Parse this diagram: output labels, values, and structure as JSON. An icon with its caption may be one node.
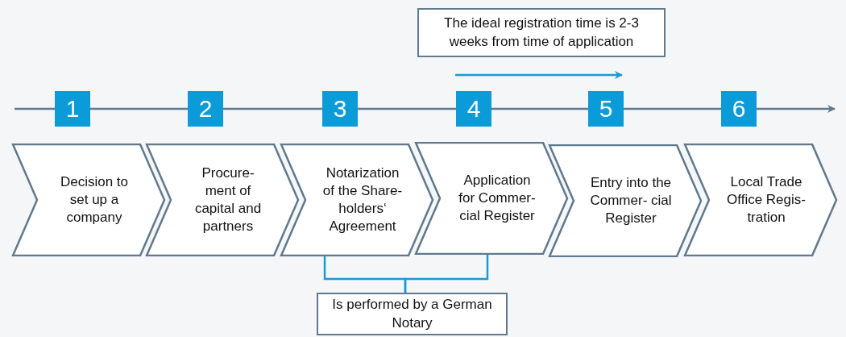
{
  "diagram": {
    "nodes": [
      {
        "text": [
          "1"
        ]
      },
      {
        "text": [
          "2"
        ]
      },
      {
        "text": [
          "3"
        ]
      },
      {
        "text": [
          "4"
        ]
      },
      {
        "text": [
          "5"
        ]
      },
      {
        "text": [
          "6"
        ]
      },
      {
        "text": [
          "Decision to set up a company"
        ]
      },
      {
        "text": [
          "Procure- ment of capital and partners"
        ]
      },
      {
        "text": [
          "Notarization of the Share- holders‘ Agreement"
        ]
      },
      {
        "text": [
          "Application for Commer- cial Register"
        ]
      },
      {
        "text": [
          "Entry into the Commer- cial Register"
        ]
      },
      {
        "text": [
          "Local Trade Office Regis- tration"
        ]
      },
      {
        "text": [
          "The ideal registration time is 2-3 weeks from time of application"
        ]
      },
      {
        "text": [
          "Is performed by a German Notary"
        ]
      }
    ],
    "edges": [
      {
        "from": 8,
        "to": 13,
        "arrow": "none",
        "color": "#1a9ad6"
      },
      {
        "from": 9,
        "to": 13,
        "arrow": "none",
        "color": "#1a9ad6"
      }
    ]
  }
}
